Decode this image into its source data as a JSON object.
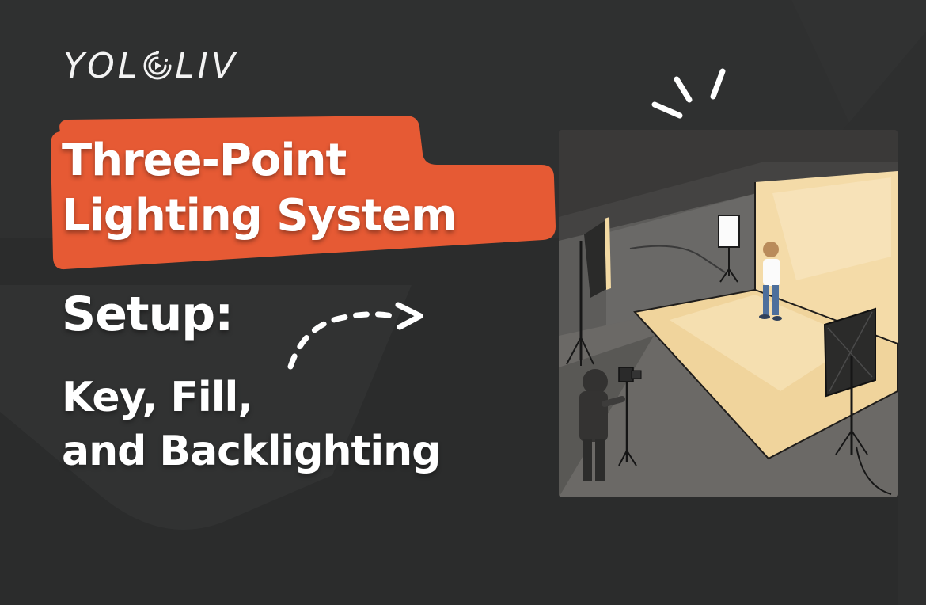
{
  "brand": {
    "logo_text_left": "YOL",
    "logo_text_right": "LIV",
    "logo_mark": "play-circle-icon"
  },
  "headline": {
    "badge_line_1": "Three-Point",
    "badge_line_2": "Lighting System",
    "line_3": "Setup:",
    "line_4": "Key, Fill,",
    "line_5": "and Backlighting"
  },
  "colors": {
    "background": "#2b2c2c",
    "badge": "#e65a34",
    "text": "#ffffff",
    "backdrop": "#f5dfae"
  },
  "illustration": {
    "description": "Studio scene with key light softbox, fill light panel, backlight, subject on lit backdrop, and camera operator"
  }
}
